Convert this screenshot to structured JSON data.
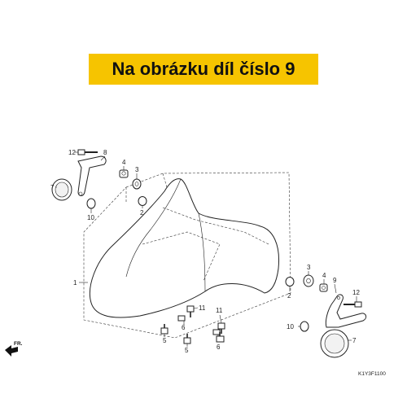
{
  "banner": {
    "text": "Na obrázku díl číslo 9",
    "color": "#f6c400"
  },
  "diagram": {
    "callouts": [
      "12",
      "8",
      "4",
      "3",
      "7",
      "10",
      "2",
      "1",
      "11",
      "6",
      "5",
      "11",
      "6",
      "5",
      "3",
      "4",
      "9",
      "12",
      "2",
      "10",
      "7"
    ],
    "drawing_code": "K1Y3F1100",
    "direction_label": "FR."
  }
}
